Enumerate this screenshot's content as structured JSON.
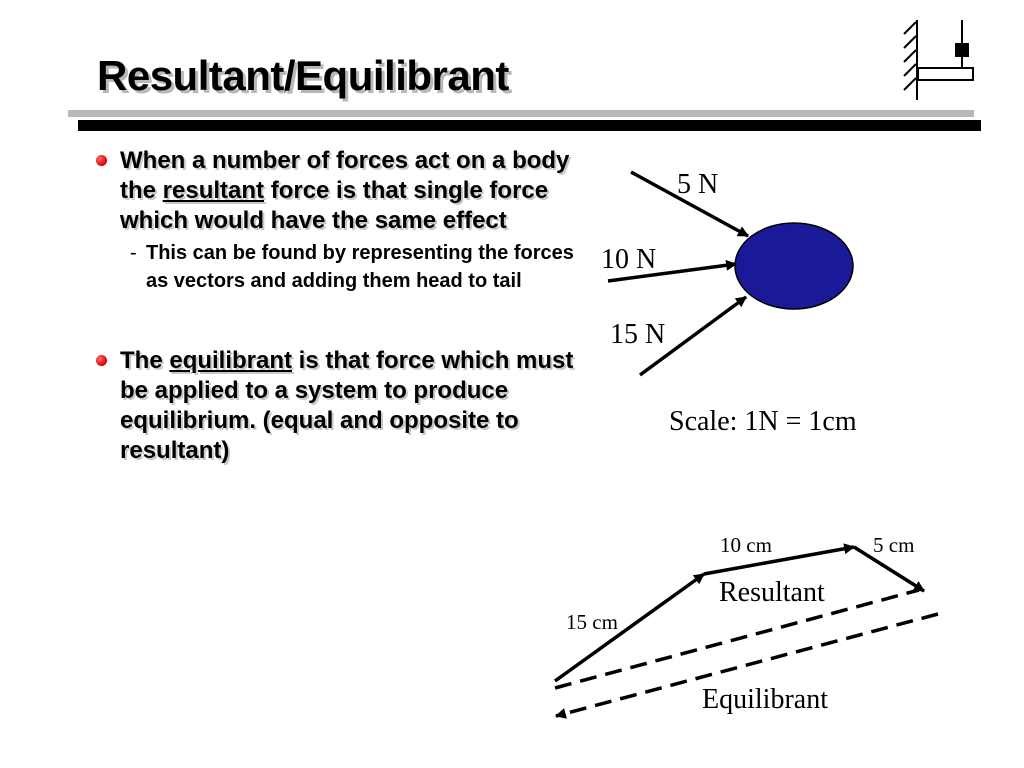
{
  "slide": {
    "title": "Resultant/Equilibrant",
    "logo_icon": "wall-pulley-apparatus-icon",
    "bullet1": {
      "part1": "When a number of forces act on a body the ",
      "term": "resultant",
      "part2": " force is that single force which would have the same effect",
      "sub": {
        "marker": "-",
        "text": "This can be found by representing the forces as vectors and adding them head to tail"
      }
    },
    "bullet2": {
      "part1": "The ",
      "term": "equilibrant",
      "part2": " is that force which must be applied to a system to produce equilibrium. (equal and opposite to resultant)"
    },
    "bullet_color": "#e00000"
  },
  "force_diagram": {
    "body_color": "#1a1a99",
    "forces": [
      {
        "label": "5 N"
      },
      {
        "label": "10 N"
      },
      {
        "label": "15 N"
      }
    ],
    "scale_label": "Scale: 1N = 1cm"
  },
  "vector_diagram": {
    "vectors": [
      {
        "label": "15 cm"
      },
      {
        "label": "10 cm"
      },
      {
        "label": "5 cm"
      }
    ],
    "resultant_label": "Resultant",
    "equilibrant_label": "Equilibrant"
  }
}
